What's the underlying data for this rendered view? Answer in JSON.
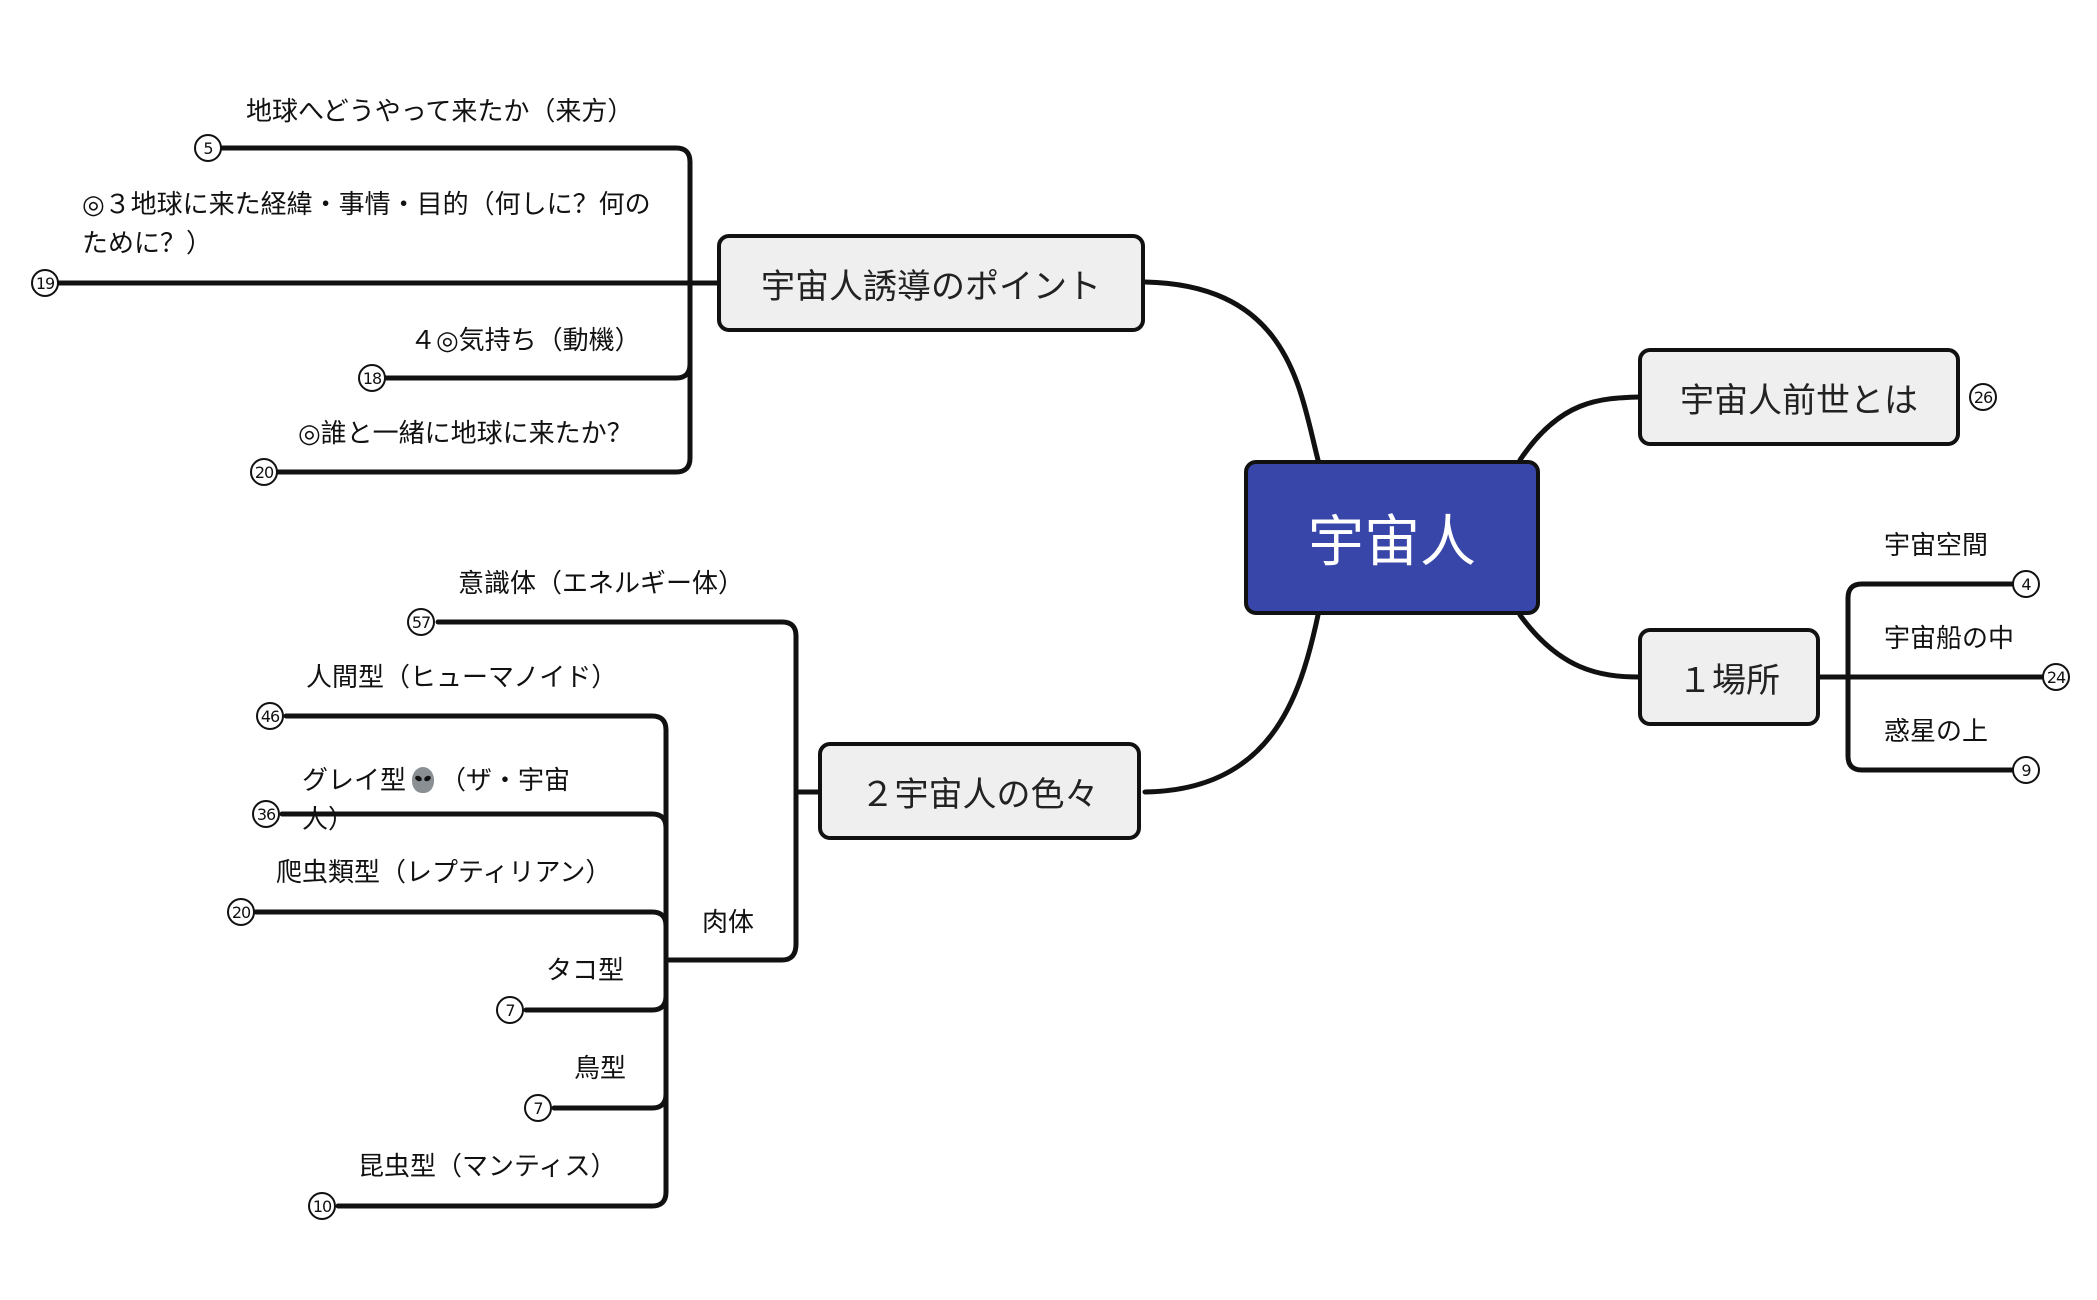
{
  "central": "宇宙人",
  "branches": {
    "points": {
      "label": "宇宙人誘導のポイント",
      "items": [
        {
          "text": "地球へどうやって来たか（来方）",
          "count": "5"
        },
        {
          "text": "◎３地球に来た経緯・事情・目的（何しに？何のために？）",
          "count": "19"
        },
        {
          "text": "４◎気持ち（動機）",
          "count": "18"
        },
        {
          "text": "◎誰と一緒に地球に来たか？",
          "count": "20"
        }
      ]
    },
    "past_life": {
      "label": "宇宙人前世とは",
      "count": "26"
    },
    "place": {
      "label": "１場所",
      "items": [
        {
          "text": "宇宙空間",
          "count": "4"
        },
        {
          "text": "宇宙船の中",
          "count": "24"
        },
        {
          "text": "惑星の上",
          "count": "9"
        }
      ]
    },
    "types": {
      "label": "２宇宙人の色々",
      "items": [
        {
          "text": "意識体（エネルギー体）",
          "count": "57"
        }
      ],
      "body": {
        "label": "肉体",
        "items": [
          {
            "text": "人間型（ヒューマノイド）",
            "count": "46"
          },
          {
            "text_before": "グレイ型",
            "emoji": "alien-icon",
            "text_after": "（ザ・宇宙人）",
            "count": "36"
          },
          {
            "text": "爬虫類型（レプティリアン）",
            "count": "20"
          },
          {
            "text": "タコ型",
            "count": "7"
          },
          {
            "text": "鳥型",
            "count": "7"
          },
          {
            "text": "昆虫型（マンティス）",
            "count": "10"
          }
        ]
      }
    }
  },
  "colors": {
    "central_fill": "#3846aa",
    "node_fill": "#efefef",
    "line": "#111111"
  }
}
